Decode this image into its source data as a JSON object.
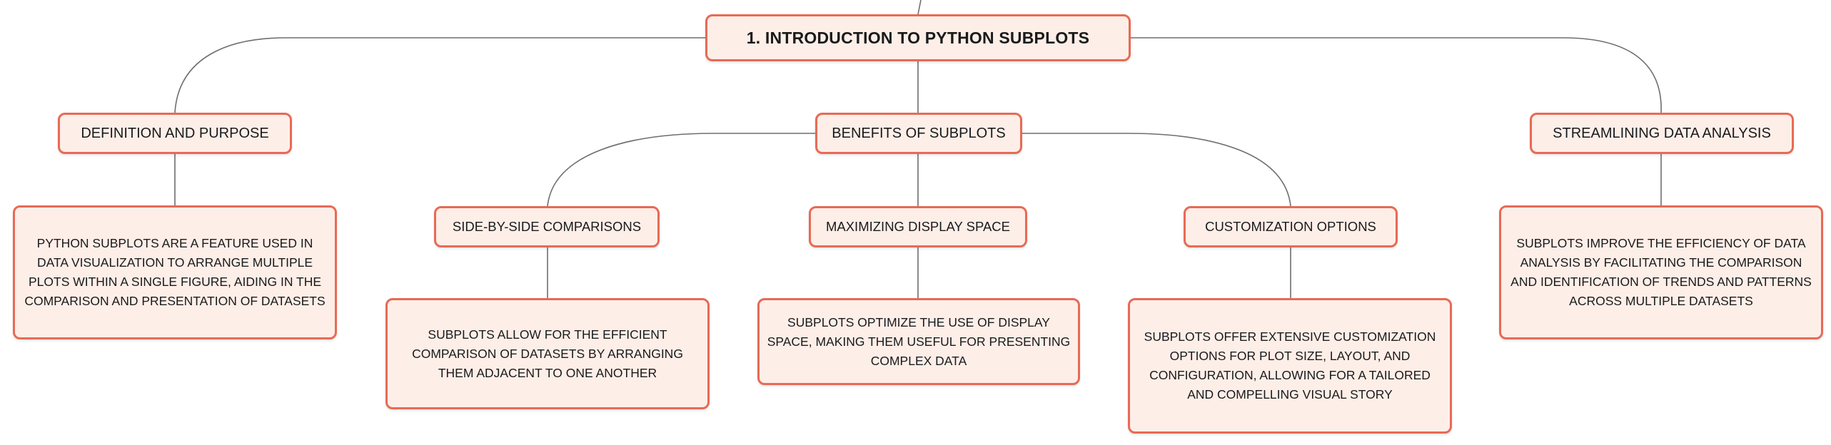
{
  "colors": {
    "node_fill": "#fdeee8",
    "node_border": "#e86a55",
    "connector": "#6e6e6e",
    "text": "#1a1a1a"
  },
  "root": {
    "label": "1. INTRODUCTION TO PYTHON SUBPLOTS"
  },
  "branches": {
    "definition": {
      "label": "DEFINITION AND PURPOSE",
      "detail": "PYTHON SUBPLOTS ARE A FEATURE USED IN DATA VISUALIZATION TO ARRANGE MULTIPLE PLOTS WITHIN A SINGLE FIGURE, AIDING IN THE COMPARISON AND PRESENTATION OF DATASETS"
    },
    "benefits": {
      "label": "BENEFITS OF SUBPLOTS",
      "children": {
        "side_by_side": {
          "label": "SIDE-BY-SIDE COMPARISONS",
          "detail": "SUBPLOTS ALLOW FOR THE EFFICIENT COMPARISON OF DATASETS BY ARRANGING THEM ADJACENT TO ONE ANOTHER"
        },
        "display_space": {
          "label": "MAXIMIZING DISPLAY SPACE",
          "detail": "SUBPLOTS OPTIMIZE THE USE OF DISPLAY SPACE, MAKING THEM USEFUL FOR PRESENTING COMPLEX DATA"
        },
        "customization": {
          "label": "CUSTOMIZATION OPTIONS",
          "detail": "SUBPLOTS OFFER EXTENSIVE CUSTOMIZATION OPTIONS FOR PLOT SIZE, LAYOUT, AND CONFIGURATION, ALLOWING FOR A TAILORED AND COMPELLING VISUAL STORY"
        }
      }
    },
    "streamlining": {
      "label": "STREAMLINING DATA ANALYSIS",
      "detail": "SUBPLOTS IMPROVE THE EFFICIENCY OF DATA ANALYSIS BY FACILITATING THE COMPARISON AND IDENTIFICATION OF TRENDS AND PATTERNS ACROSS MULTIPLE DATASETS"
    }
  }
}
